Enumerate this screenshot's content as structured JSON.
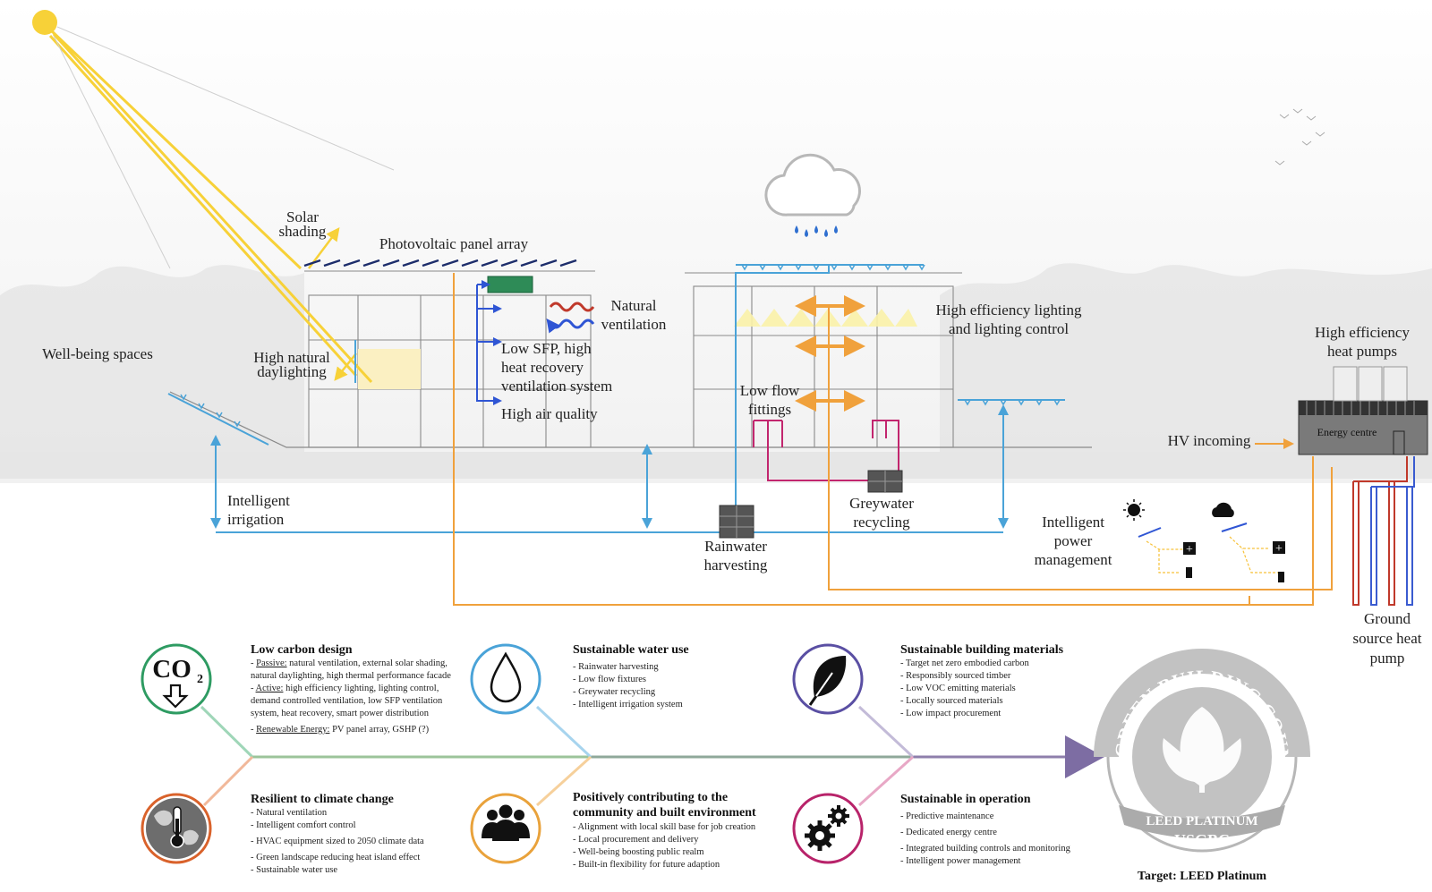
{
  "diagram": {
    "labels": {
      "solar_shading": [
        "Solar",
        "shading"
      ],
      "pv_array": "Photovoltaic panel array",
      "wellbeing": "Well-being spaces",
      "daylighting": [
        "High natural",
        "daylighting"
      ],
      "natural_vent": [
        "Natural",
        "ventilation"
      ],
      "low_sfp": [
        "Low SFP, high",
        "heat recovery",
        "ventilation system"
      ],
      "air_quality": "High air quality",
      "hel": [
        "High efficiency lighting",
        "and lighting control"
      ],
      "low_flow": [
        "Low flow",
        "fittings"
      ],
      "heat_pumps": [
        "High efficiency",
        "heat pumps"
      ],
      "energy_centre": "Energy centre",
      "hv_incoming": "HV incoming",
      "irrigation": [
        "Intelligent",
        "irrigation"
      ],
      "rainwater": [
        "Rainwater",
        "harvesting"
      ],
      "greywater": [
        "Greywater",
        "recycling"
      ],
      "power_mgmt": [
        "Intelligent",
        "power",
        "management"
      ],
      "gshp": [
        "Ground",
        "source heat",
        "pump"
      ]
    },
    "colors": {
      "sun": "#f7d138",
      "water": "#4aa3d8",
      "energy": "#f0a13c",
      "greywater": "#c2266e",
      "vent_blue": "#2f55d4",
      "vent_red": "#c0392b",
      "pv": "#1d2d6b",
      "gshp_red": "#c0392b",
      "gshp_blue": "#3a5bd0"
    }
  },
  "themes": {
    "low_carbon": {
      "title": "Low carbon design",
      "icon": "co2-down-icon",
      "icon_text": "CO",
      "icon_sub": "2",
      "lines": [
        {
          "u": "Passive:",
          "t": " natural ventilation, external solar shading,"
        },
        {
          "u": "",
          "t": "natural daylighting, high thermal performance facade"
        },
        {
          "u": "Active:",
          "t": " high efficiency lighting, lighting control,"
        },
        {
          "u": "",
          "t": "demand controlled ventilation, low SFP ventilation"
        },
        {
          "u": "",
          "t": "system, heat recovery, smart power distribution"
        },
        {
          "u": "Renewable Energy:",
          "t": " PV panel array, GSHP (?)"
        }
      ],
      "color": "#2e9b62"
    },
    "water": {
      "title": "Sustainable water use",
      "icon": "water-drop-icon",
      "items": [
        "- Rainwater harvesting",
        "- Low flow fixtures",
        "- Greywater recycling",
        "- Intelligent irrigation system"
      ],
      "color": "#4aa3d8"
    },
    "materials": {
      "title": "Sustainable building materials",
      "icon": "leaf-icon",
      "items": [
        "- Target net zero embodied carbon",
        "- Responsibly sourced timber",
        "- Low VOC emitting materials",
        "- Locally sourced materials",
        "- Low impact procurement"
      ],
      "color": "#5a4fa3"
    },
    "resilient": {
      "title": "Resilient to climate change",
      "icon": "globe-thermometer-icon",
      "items": [
        "- Natural ventilation",
        "- Intelligent comfort control",
        "- HVAC equipment sized to 2050 climate data",
        "- Green landscape reducing heat island effect",
        "- Sustainable water use"
      ],
      "color": "#d9622b"
    },
    "community": {
      "title": [
        "Positively contributing to the",
        "community and built environment"
      ],
      "icon": "people-group-icon",
      "items": [
        "- Alignment with local skill base for job creation",
        "- Local procurement and delivery",
        "- Well-being boosting public realm",
        "- Built-in flexibility for future adaption"
      ],
      "color": "#e9a23b"
    },
    "operation": {
      "title": "Sustainable in operation",
      "icon": "gears-icon",
      "items": [
        "- Predictive maintenance",
        "- Dedicated energy centre",
        "- Integrated building controls and monitoring",
        "- Intelligent power management"
      ],
      "color": "#b8236a"
    }
  },
  "leed": {
    "ring_text": "U.S. GREEN BUILDING COUNCIL",
    "ribbon": "LEED PLATINUM",
    "org": "USGBC",
    "target": "Target: LEED Platinum"
  }
}
